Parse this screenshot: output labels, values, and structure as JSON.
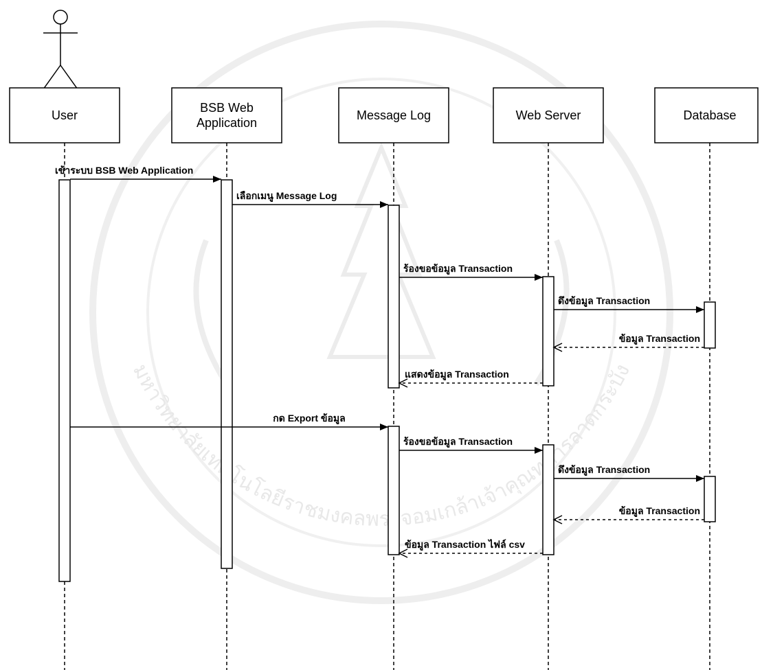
{
  "participants": [
    {
      "id": "user",
      "lines": [
        "User"
      ],
      "is_actor": true
    },
    {
      "id": "bsb",
      "lines": [
        "BSB Web",
        "Application"
      ]
    },
    {
      "id": "msglog",
      "lines": [
        "Message Log"
      ]
    },
    {
      "id": "websrv",
      "lines": [
        "Web Server"
      ]
    },
    {
      "id": "db",
      "lines": [
        "Database"
      ]
    }
  ],
  "messages": [
    {
      "id": "m1",
      "from": "user",
      "to": "bsb",
      "text": "เข้าระบบ BSB Web Application",
      "kind": "sync"
    },
    {
      "id": "m2",
      "from": "bsb",
      "to": "msglog",
      "text": "เลือกเมนู Message Log",
      "kind": "sync"
    },
    {
      "id": "m3",
      "from": "msglog",
      "to": "websrv",
      "text": "ร้องขอข้อมูล Transaction",
      "kind": "sync"
    },
    {
      "id": "m4",
      "from": "websrv",
      "to": "db",
      "text": "ดึงข้อมูล Transaction",
      "kind": "sync"
    },
    {
      "id": "m5",
      "from": "db",
      "to": "websrv",
      "text": "ข้อมูล Transaction",
      "kind": "return"
    },
    {
      "id": "m6",
      "from": "websrv",
      "to": "msglog",
      "text": "แสดงข้อมูล Transaction",
      "kind": "return"
    },
    {
      "id": "m7",
      "from": "user",
      "to": "msglog",
      "text": "กด Export ข้อมูล",
      "kind": "sync"
    },
    {
      "id": "m8",
      "from": "msglog",
      "to": "websrv",
      "text": "ร้องขอข้อมูล Transaction",
      "kind": "sync"
    },
    {
      "id": "m9",
      "from": "websrv",
      "to": "db",
      "text": "ดึงข้อมูล Transaction",
      "kind": "sync"
    },
    {
      "id": "m10",
      "from": "db",
      "to": "websrv",
      "text": "ข้อมูล Transaction",
      "kind": "return"
    },
    {
      "id": "m11",
      "from": "websrv",
      "to": "msglog",
      "text": "ข้อมูล Transaction ไฟล์ csv",
      "kind": "return"
    }
  ],
  "watermark": {
    "text": "มหาวิทยาลัยเทคโนโลยีราชมงคลพระจอมเกล้าเจ้าคุณทหารลาดกระบัง",
    "color": "#e8e8e8"
  }
}
